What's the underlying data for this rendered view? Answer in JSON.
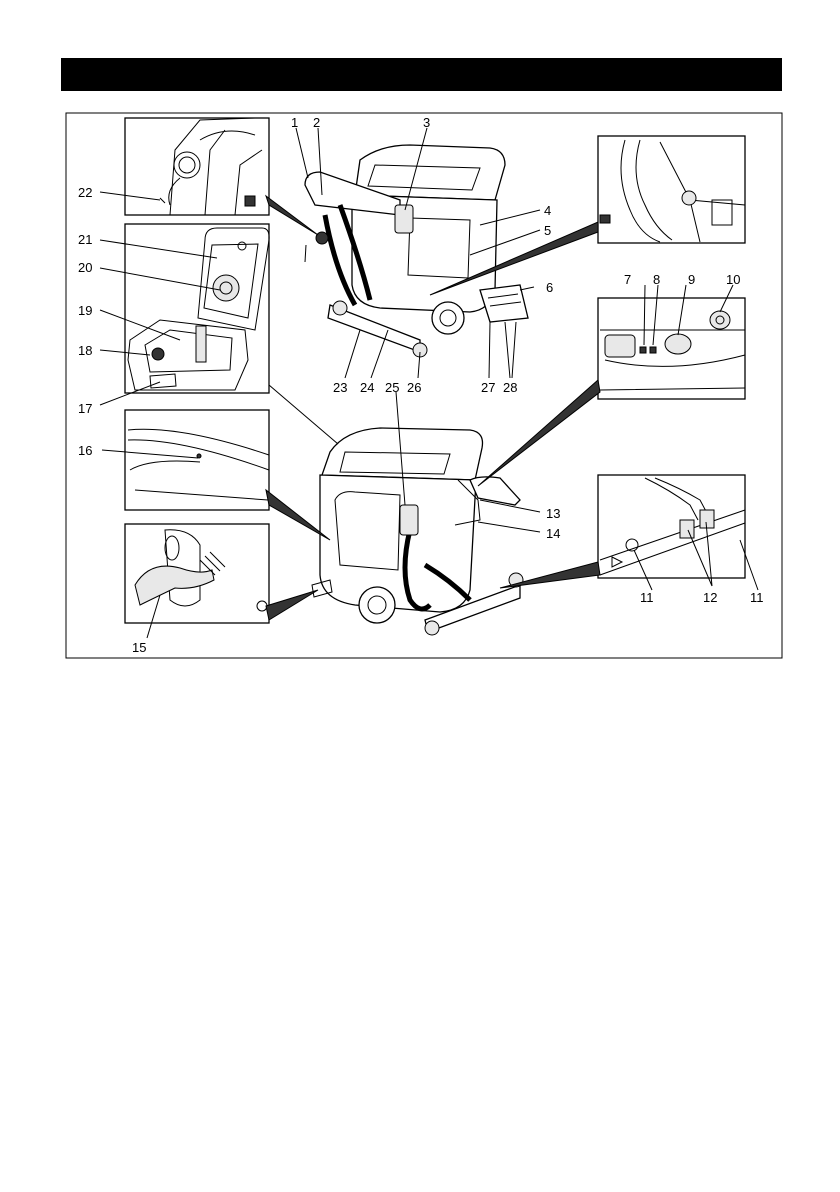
{
  "header": {
    "title": ""
  },
  "callouts": [
    "1",
    "2",
    "3",
    "4",
    "5",
    "6",
    "7",
    "8",
    "9",
    "10",
    "11",
    "12",
    "13",
    "14",
    "15",
    "16",
    "17",
    "18",
    "19",
    "20",
    "21",
    "22",
    "23",
    "24",
    "25",
    "26",
    "27",
    "28"
  ]
}
